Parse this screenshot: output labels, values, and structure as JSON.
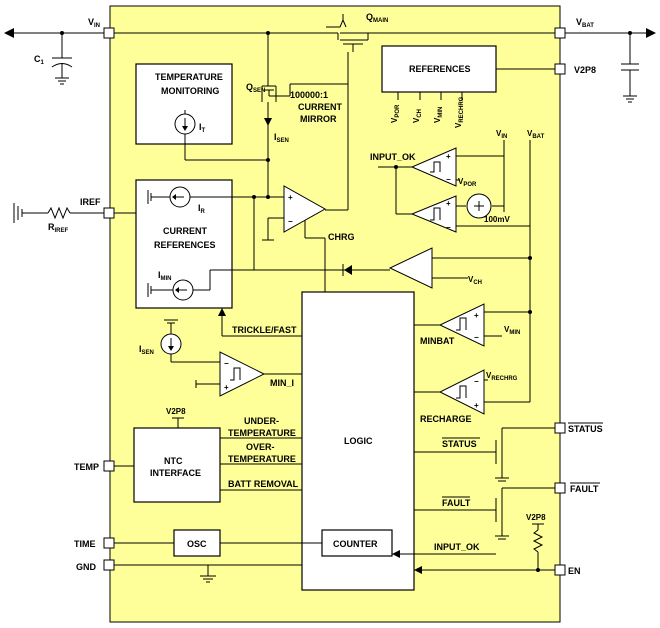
{
  "colors": {
    "chip_fill": "#FFFF99",
    "chip_stroke": "#000000",
    "background": "#FFFFFF"
  },
  "pins": {
    "vin": {
      "main": "V",
      "sub": "IN"
    },
    "vbat": {
      "main": "V",
      "sub": "BAT"
    },
    "v2p8": "V2P8",
    "iref": "IREF",
    "temp": "TEMP",
    "time": "TIME",
    "gnd": "GND",
    "status": "STATUS",
    "fault": "FAULT",
    "en": "EN"
  },
  "external": {
    "c1": {
      "main": "C",
      "sub": "1"
    },
    "riref": {
      "main": "R",
      "sub": "IREF"
    }
  },
  "blocks": {
    "temperature_monitoring": [
      "TEMPERATURE",
      "MONITORING"
    ],
    "it": {
      "main": "I",
      "sub": "T"
    },
    "references": "REFERENCES",
    "current_references": [
      "CURRENT",
      "REFERENCES"
    ],
    "ir": {
      "main": "I",
      "sub": "R"
    },
    "imin": {
      "main": "I",
      "sub": "MIN"
    },
    "ntc_interface": [
      "NTC",
      "INTERFACE"
    ],
    "osc": "OSC",
    "counter": "COUNTER",
    "logic": "LOGIC"
  },
  "labels": {
    "qmain": {
      "main": "Q",
      "sub": "MAIN"
    },
    "qsen": {
      "main": "Q",
      "sub": "SEN"
    },
    "mirror": [
      "100000:1",
      "CURRENT",
      "MIRROR"
    ],
    "isen_vertical": {
      "main": "I",
      "sub": "SEN"
    },
    "isen_source": {
      "main": "I",
      "sub": "SEN"
    },
    "ref_outputs": [
      {
        "main": "V",
        "sub": "POR"
      },
      {
        "main": "V",
        "sub": "CH"
      },
      {
        "main": "V",
        "sub": "MIN"
      },
      {
        "main": "V",
        "sub": "RECHRG"
      }
    ],
    "input_ok": "INPUT_OK",
    "vin_small": {
      "main": "V",
      "sub": "IN"
    },
    "vbat_small": {
      "main": "V",
      "sub": "BAT"
    },
    "vpor": {
      "main": "V",
      "sub": "POR"
    },
    "mv100": "100mV",
    "chrg": "CHRG",
    "vch": {
      "main": "V",
      "sub": "CH"
    },
    "minbat": "MINBAT",
    "vmin": {
      "main": "V",
      "sub": "MIN"
    },
    "trickle_fast": "TRICKLE/FAST",
    "min_i": "MIN_I",
    "vrechrg": {
      "main": "V",
      "sub": "RECHRG"
    },
    "recharge": "RECHARGE",
    "v2p8_ntc": "V2P8",
    "under_temp": [
      "UNDER-",
      "TEMPERATURE"
    ],
    "over_temp": [
      "OVER-",
      "TEMPERATURE"
    ],
    "batt_removal": "BATT REMOVAL",
    "status_sig": "STATUS",
    "fault_sig": "FAULT",
    "v2p8_pullup": "V2P8",
    "input_ok_bottom": "INPUT_OK"
  }
}
